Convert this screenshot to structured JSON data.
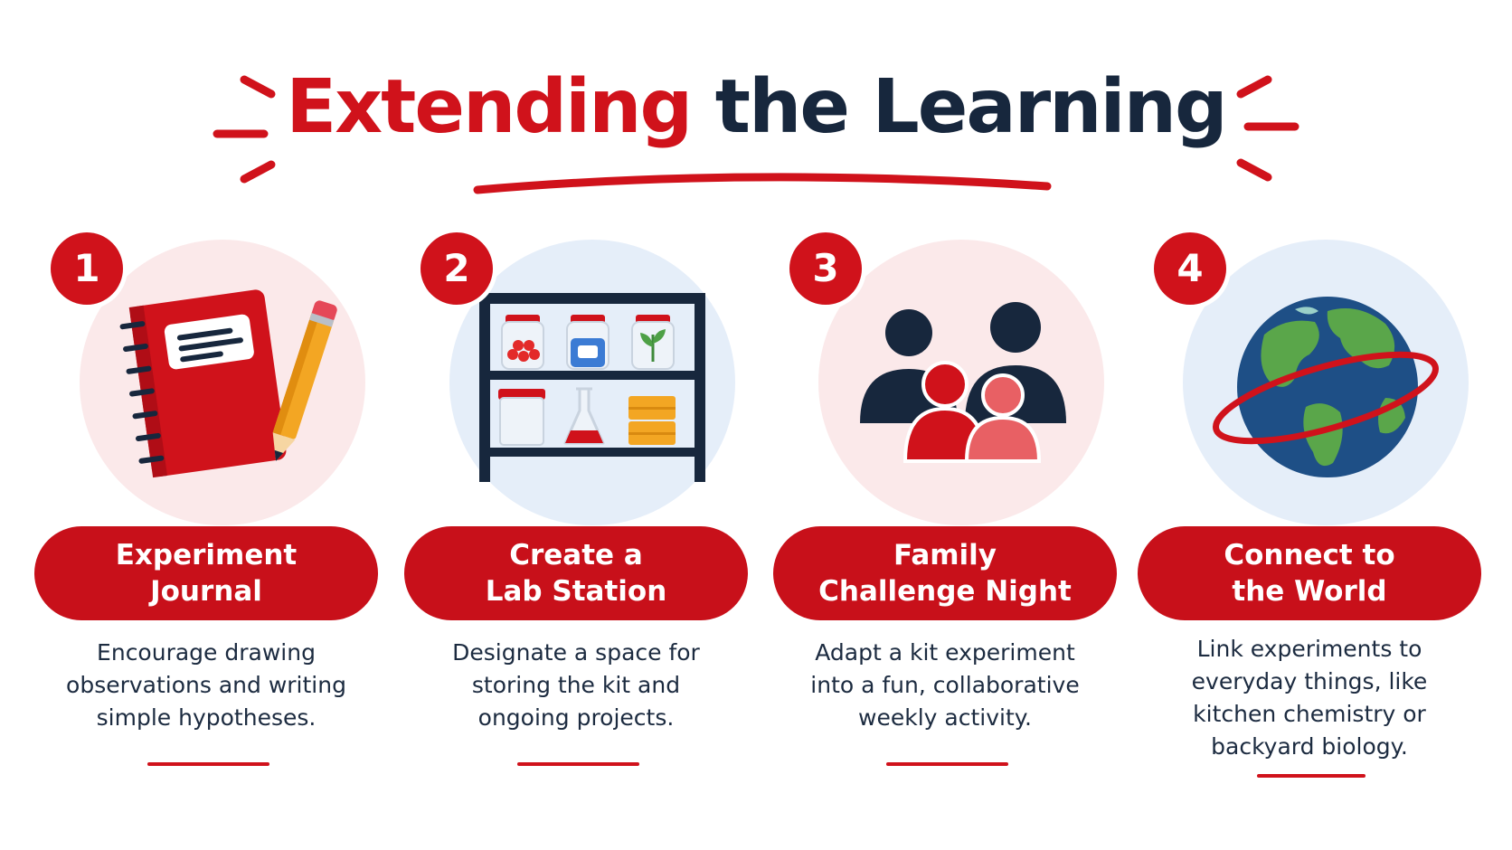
{
  "title": {
    "part1": "Extending",
    "part2": "the Learning"
  },
  "colors": {
    "accent": "#d0121b",
    "navy": "#17273d",
    "pink_bg": "#fbe9ea",
    "blue_bg": "#e5eef9"
  },
  "steps": [
    {
      "number": "1",
      "title": "Experiment\nJournal",
      "description": "Encourage drawing\nobservations and writing\nsimple hypotheses.",
      "icon": "notebook-pencil-icon"
    },
    {
      "number": "2",
      "title": "Create a\nLab Station",
      "description": "Designate a space for\nstoring the kit and\nongoing projects.",
      "icon": "lab-shelf-icon"
    },
    {
      "number": "3",
      "title": "Family\nChallenge Night",
      "description": "Adapt a kit experiment\ninto a fun, collaborative\nweekly activity.",
      "icon": "family-icon"
    },
    {
      "number": "4",
      "title": "Connect to\nthe World",
      "description": "Link experiments to\neveryday things, like\nkitchen chemistry or\nbackyard biology.",
      "icon": "globe-orbit-icon"
    }
  ]
}
